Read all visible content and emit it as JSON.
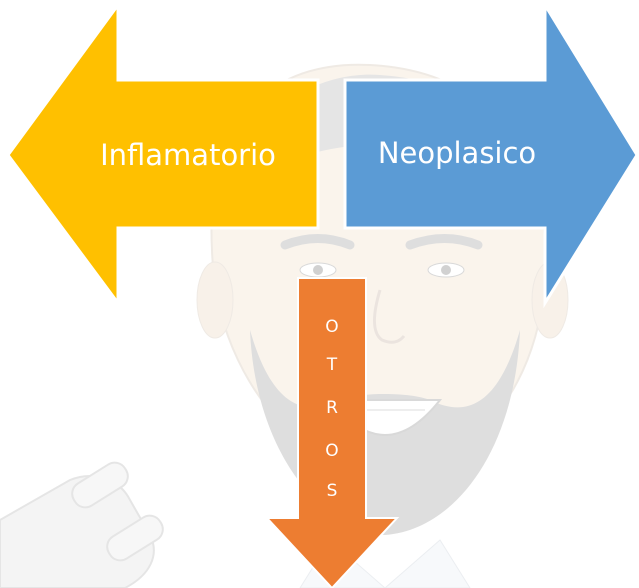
{
  "diagram": {
    "left_arrow": {
      "label": "Inflamatorio",
      "color": "#FFC000"
    },
    "right_arrow": {
      "label": "Neoplasico",
      "color": "#5B9BD5"
    },
    "down_arrow": {
      "letters": [
        "O",
        "T",
        "R",
        "O",
        "S"
      ],
      "color": "#ED7D31"
    }
  },
  "background": {
    "illustration": "faded-cartoon-doctor-face",
    "plug_icon": "plug-icon"
  }
}
